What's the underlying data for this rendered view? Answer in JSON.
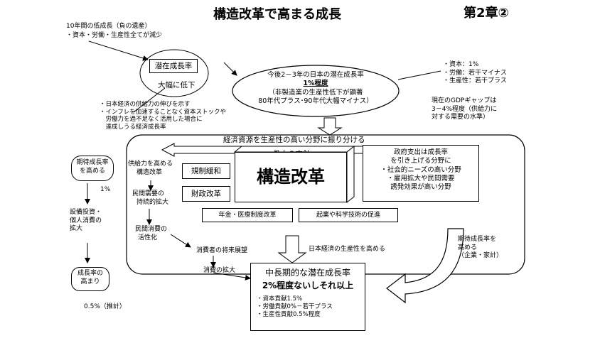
{
  "title": "構造改革で高まる成長",
  "chapter": "第2章②",
  "legacy": {
    "line1": "10年間の低成長（負の遺産）",
    "line2": "・資本・労働・生産性全てが減少"
  },
  "potential_box": "潜在成長率",
  "big_drop": "大幅に低下",
  "supply_notes": [
    "・日本経済の供給力の伸びを示す",
    "・インフレを加速することなく資本ストックや",
    "　労働力を過不足なく活用した場合に",
    "　達成しうる経済成長率"
  ],
  "ellipse": {
    "line1": "今後2－3年の日本の潜在成長率",
    "line2": "1%程度",
    "line3": "（非製造業の生産性低下が顕著",
    "line4": "80年代プラス･90年代大幅マイナス）"
  },
  "factors": [
    "・資本：1%",
    "・労働：若干マイナス",
    "・生産性：若干プラス"
  ],
  "gdp_gap": [
    "現在のGDPギャップは",
    "3－4%程度（供給力に",
    "対する需要の水準）"
  ],
  "reallocation": "経済資源を生産性の高い分野に振り分ける",
  "core_policy": "骨太の方針",
  "structural_reform": "構造改革",
  "deregulation": "規制緩和",
  "fiscal_reform": "財政改革",
  "pension_reform": "年金・医療制度改革",
  "startup_science": "起業や科学技術の促進",
  "gov_spending": [
    "政府支出は成長率",
    "を引き上げる分野に",
    "・社会的ニーズの高い分野",
    "・雇用拡大や民間需要",
    "誘発効果が高い分野"
  ],
  "supply_capacity": [
    "供給力を高める",
    "構造改革"
  ],
  "private_demand": [
    "民間需要の",
    "持続的拡大"
  ],
  "consumption_activate": [
    "民間消費の",
    "活性化"
  ],
  "consumer_outlook": "消費者の将来展望",
  "consumption_expand": "消費の拡大",
  "productivity_up": "日本経済の生産性を高める",
  "expected_growth_box": [
    "期待成長率",
    "を高める"
  ],
  "one_percent": "1%",
  "investment": [
    "設備投資・",
    "個人消費の",
    "拡大"
  ],
  "growth_rise_box": [
    "成長率の",
    "高まり"
  ],
  "estimate": "0.5%（推計）",
  "right_expected": [
    "期待成長率を",
    "高める",
    "（企業・家計）"
  ],
  "result": {
    "line1": "中長期的な潜在成長率",
    "line2": "2%程度ないしそれ以上",
    "items": [
      "・資本貢献1.5%",
      "・労働貢献0%－若干プラス",
      "・生産性貢献0.5%程度"
    ]
  }
}
